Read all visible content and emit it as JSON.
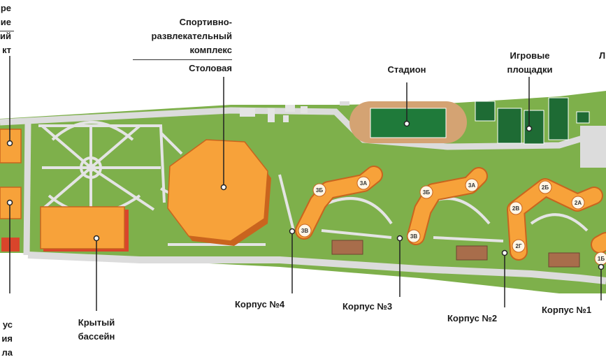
{
  "labels": {
    "sports_complex": [
      "Спортивно-",
      "развлекательный",
      "комплекс"
    ],
    "dining": "Столовая",
    "stadium": "Стадион",
    "playgrounds": [
      "Игровые",
      "площадки"
    ],
    "pool": [
      "Крытый",
      "бассейн"
    ],
    "korpus4": "Корпус №4",
    "korpus3": "Корпус №3",
    "korpus2": "Корпус №2",
    "korpus1": "Корпус №1",
    "left_top_fragments": [
      "ре",
      "ие",
      "ий",
      "кт"
    ],
    "left_bottom_fragments": [
      "ус",
      "ия",
      "ла"
    ],
    "right_top_fragment": "Л"
  },
  "buildings": {
    "k4": [
      "3Б",
      "3А",
      "3В"
    ],
    "k3": [
      "3Б",
      "3А",
      "3В"
    ],
    "k2": [
      "2Б",
      "2В",
      "2А",
      "2Г"
    ],
    "k1": [
      "1Б"
    ]
  },
  "colors": {
    "grass": "#7eb04b",
    "path": "#dcdcdc",
    "building": "#f7a23a",
    "building_edge": "#c9641e",
    "building_red": "#d9452b",
    "field": "#1f7a3a",
    "playground": "#1e6b34",
    "track": "#d4a373"
  }
}
